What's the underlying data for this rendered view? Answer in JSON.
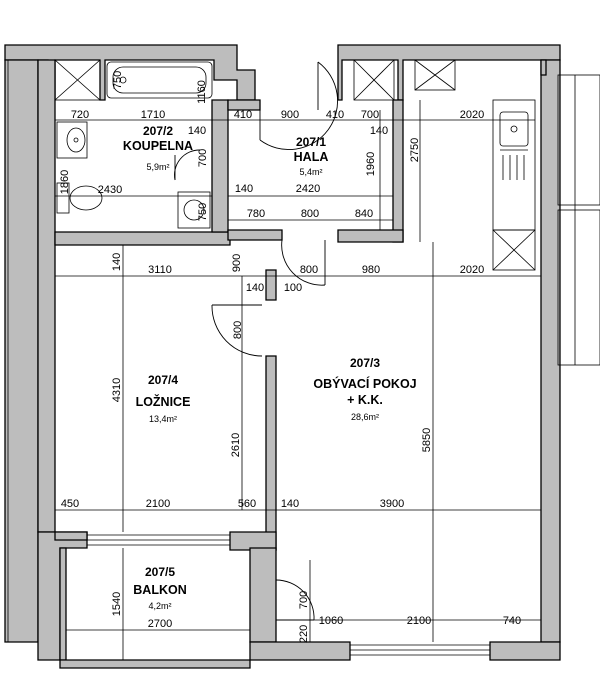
{
  "rooms": [
    {
      "id": "207/1",
      "name": "HALA",
      "area": "5,4m²"
    },
    {
      "id": "207/2",
      "name": "KOUPELNA",
      "area": "5,9m²"
    },
    {
      "id": "207/3",
      "name": "OBÝVACÍ POKOJ",
      "name2": "+ K.K.",
      "area": "28,6m²"
    },
    {
      "id": "207/4",
      "name": "LOŽNICE",
      "area": "13,4m²"
    },
    {
      "id": "207/5",
      "name": "BALKON",
      "area": "4,2m²"
    }
  ],
  "dimensions": {
    "r1": [
      "720",
      "1710",
      "410",
      "900",
      "410",
      "700",
      "2020"
    ],
    "bath": [
      "750",
      "1160",
      "140",
      "140",
      "700",
      "1960",
      "2750",
      "1860"
    ],
    "mid": [
      "2430",
      "140",
      "2420",
      "750",
      "780",
      "800",
      "840"
    ],
    "row3": [
      "140",
      "3110",
      "900",
      "800",
      "980",
      "2020",
      "140",
      "100",
      "800"
    ],
    "verticals": [
      "4310",
      "2610",
      "5850"
    ],
    "row4": [
      "450",
      "2100",
      "560",
      "140",
      "3900"
    ],
    "balcony": [
      "1540",
      "2700",
      "700",
      "220",
      "1060",
      "2100",
      "740"
    ]
  }
}
